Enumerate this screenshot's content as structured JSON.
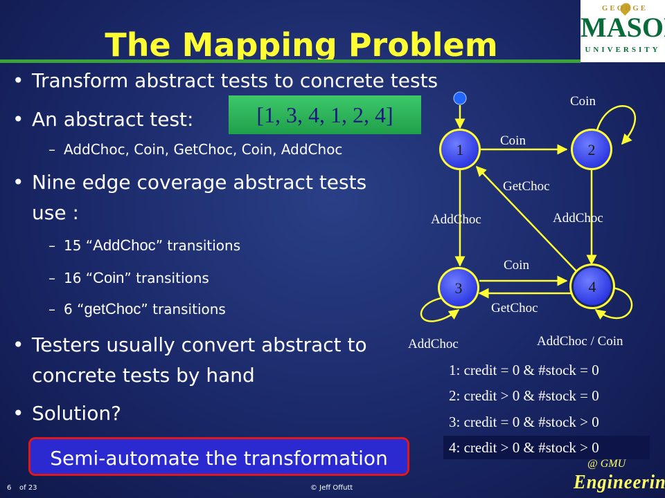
{
  "title": "The Mapping Problem",
  "logo": {
    "line1": "GEORGE",
    "line2": "MASON",
    "line3": "UNIVERSITY"
  },
  "bullets": [
    {
      "text": "Transform abstract tests to concrete tests"
    },
    {
      "text": "An abstract test:"
    },
    {
      "sub": "AddChoc, Coin, GetChoc, Coin, AddChoc"
    },
    {
      "text1": "Nine edge coverage abstract tests",
      "text2": "use :"
    },
    {
      "sub_pre": "15 “",
      "sub_mid": "AddChoc",
      "sub_post": "” transitions"
    },
    {
      "sub_pre": "16 “",
      "sub_mid": "Coin",
      "sub_post": "” transitions"
    },
    {
      "sub_pre": "6 “",
      "sub_mid": "getChoc",
      "sub_post": "” transitions"
    },
    {
      "text1": "Testers usually convert abstract to",
      "text2": "concrete tests by hand"
    },
    {
      "text": "Solution?"
    }
  ],
  "abstract_test": "[1, 3, 4, 1, 2, 4]",
  "solution": "Semi-automate the transformation",
  "diagram": {
    "states": [
      "1",
      "2",
      "3",
      "4"
    ],
    "edge_labels": {
      "coin_self2": "Coin",
      "coin_12": "Coin",
      "getchoc_41": "GetChoc",
      "addchoc_13": "AddChoc",
      "addchoc_24": "AddChoc",
      "coin_34": "Coin",
      "getchoc_43": "GetChoc",
      "addchoc_self3": "AddChoc",
      "addchoc_coin_self4": "AddChoc / Coin"
    },
    "colors": {
      "node": "#3344ee",
      "edge": "#ffff33",
      "node_ring": "#ffff33",
      "initial": "#2266ff"
    }
  },
  "conditions": [
    "1: credit = 0 & #stock = 0",
    "2: credit > 0 & #stock = 0",
    "3: credit = 0 & #stock > 0",
    "4: credit > 0 & #stock > 0"
  ],
  "footer": {
    "page": "6",
    "of": "of 23",
    "copyright": "© Jeff Offutt"
  },
  "corner": {
    "text1": "@ GMU",
    "text2": "Engineering"
  }
}
